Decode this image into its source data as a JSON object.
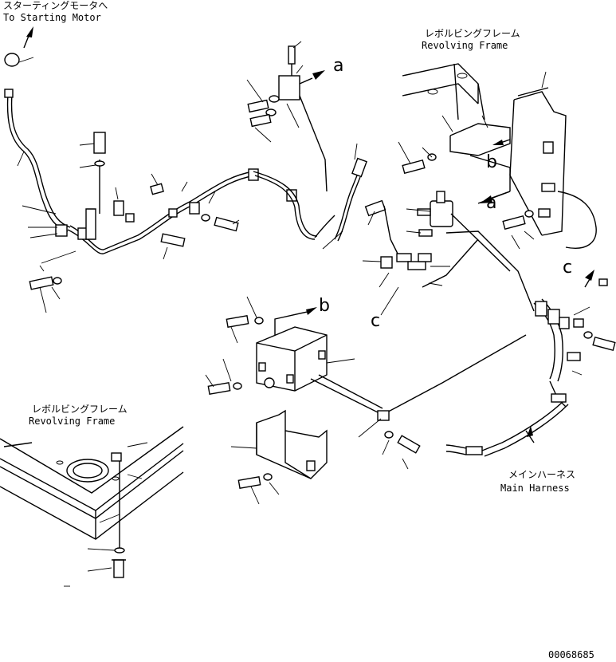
{
  "labels": {
    "starting_motor_jp": "スターティングモータへ",
    "starting_motor_en": "To Starting Motor",
    "frame_top_jp": "レボルビングフレーム",
    "frame_top_en": "Revolving Frame",
    "frame_inset_jp": "レボルビングフレーム",
    "frame_inset_en": "Revolving Frame",
    "main_harness_jp": "メインハーネス",
    "main_harness_en": "Main Harness",
    "drawing_number": "00068685"
  },
  "ref_letters": {
    "a_top": "a",
    "a_right": "a",
    "b_right": "b",
    "b_center": "b",
    "c_right": "c",
    "c_center": "c"
  }
}
